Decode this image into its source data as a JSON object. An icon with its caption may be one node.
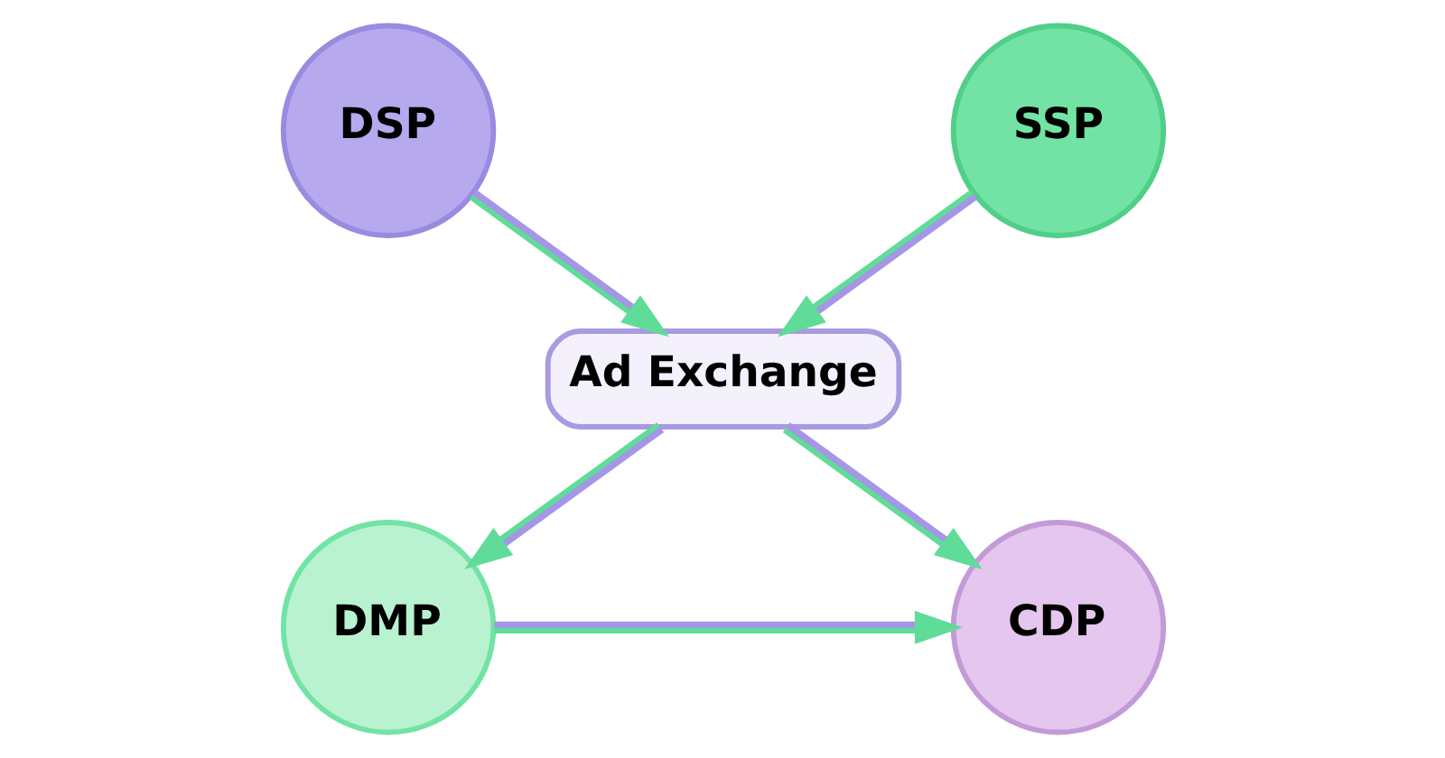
{
  "diagram": {
    "nodes": [
      {
        "text": [
          "DSP"
        ]
      },
      {
        "text": [
          "SSP"
        ]
      },
      {
        "text": [
          "Ad Exchange"
        ]
      },
      {
        "text": [
          "DMP"
        ]
      },
      {
        "text": [
          "CDP"
        ]
      }
    ],
    "edges": [
      {
        "from": 0,
        "to": 2,
        "arrow": "to"
      },
      {
        "from": 1,
        "to": 2,
        "arrow": "to"
      },
      {
        "from": 2,
        "to": 3,
        "arrow": "to"
      },
      {
        "from": 2,
        "to": 4,
        "arrow": "to"
      },
      {
        "from": 3,
        "to": 4,
        "arrow": "to"
      }
    ]
  }
}
